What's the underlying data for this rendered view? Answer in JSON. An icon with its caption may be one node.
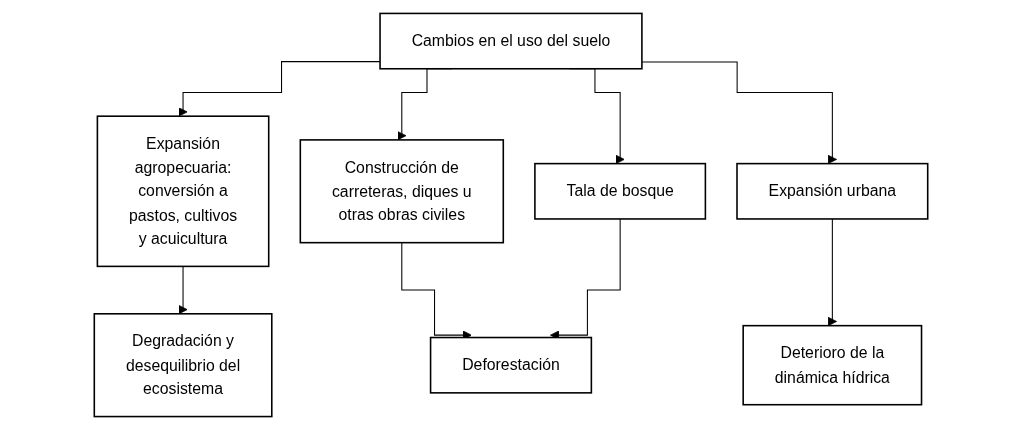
{
  "diagram": {
    "nodes": [
      {
        "text": [
          "Cambios en el uso del suelo"
        ]
      },
      {
        "text": [
          "Expansión agropecuaria: conversión a pastos, cultivos y acuicultura"
        ]
      },
      {
        "text": [
          "Construcción de carreteras, diques u otras obras civiles"
        ]
      },
      {
        "text": [
          "Tala de bosque"
        ]
      },
      {
        "text": [
          "Expansión urbana"
        ]
      },
      {
        "text": [
          "Degradación y desequilibrio del ecosistema"
        ]
      },
      {
        "text": [
          "Deforestación"
        ]
      },
      {
        "text": [
          "Deterioro de la dinámica hídrica"
        ]
      }
    ],
    "edges": [
      {
        "from": 0,
        "to": 1,
        "arrow": "to"
      },
      {
        "from": 0,
        "to": 2,
        "arrow": "to"
      },
      {
        "from": 0,
        "to": 3,
        "arrow": "to"
      },
      {
        "from": 0,
        "to": 4,
        "arrow": "to"
      },
      {
        "from": 1,
        "to": 5,
        "arrow": "to"
      },
      {
        "from": 2,
        "to": 6,
        "arrow": "to"
      },
      {
        "from": 3,
        "to": 6,
        "arrow": "to"
      },
      {
        "from": 4,
        "to": 7,
        "arrow": "to"
      }
    ]
  }
}
